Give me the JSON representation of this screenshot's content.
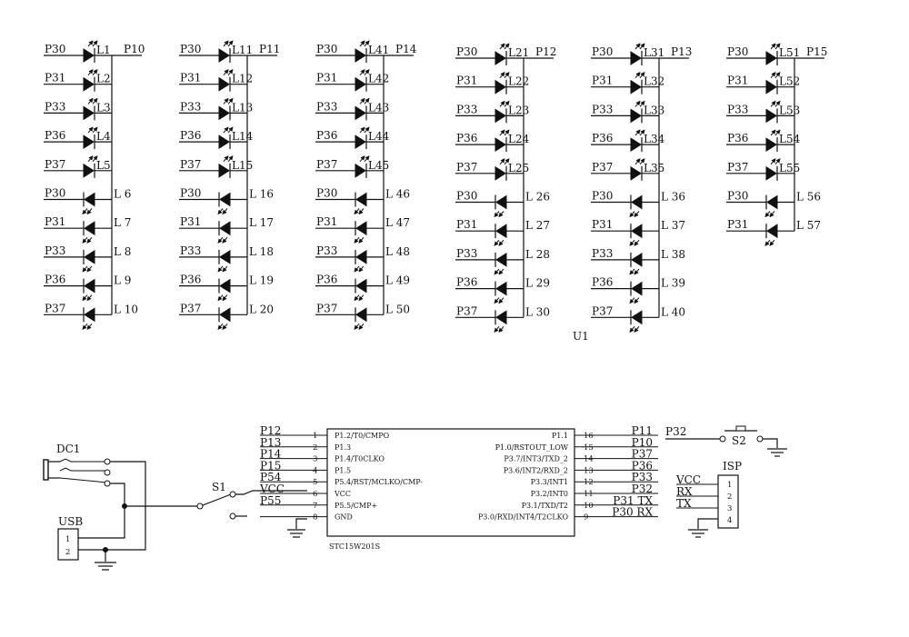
{
  "led_matrix": {
    "chips": [
      {
        "col_label": "P10",
        "leds": [
          "L1",
          "L2",
          "L3",
          "L4",
          "L5",
          "L6",
          "L7",
          "L8",
          "L9",
          "L10"
        ]
      },
      {
        "col_label": "P11",
        "leds": [
          "L11",
          "L12",
          "L13",
          "L14",
          "L15",
          "L16",
          "L17",
          "L18",
          "L19",
          "L20"
        ]
      },
      {
        "col_label": "P14",
        "leds": [
          "L41",
          "L42",
          "L43",
          "L44",
          "L45",
          "L46",
          "L47",
          "L48",
          "L49",
          "L50"
        ]
      },
      {
        "col_label": "P12",
        "leds": [
          "L21",
          "L22",
          "L23",
          "L24",
          "L25",
          "L26",
          "L27",
          "L28",
          "L29",
          "L30"
        ]
      },
      {
        "col_label": "P13",
        "leds": [
          "L31",
          "L32",
          "L33",
          "L34",
          "L35",
          "L36",
          "L37",
          "L38",
          "L39",
          "L40"
        ]
      },
      {
        "col_label": "P15",
        "leds": [
          "L51",
          "L52",
          "L53",
          "L54",
          "L55",
          "L56",
          "L57"
        ]
      }
    ],
    "rows": [
      "P30",
      "P31",
      "P33",
      "P36",
      "P37",
      "P30",
      "P31",
      "P33",
      "P36",
      "P37"
    ]
  },
  "u1_label": "U1",
  "mcu": {
    "part": "STC15W201S",
    "left_nets": [
      "P12",
      "P13",
      "P14",
      "P15",
      "P54",
      "VCC",
      "P55",
      ""
    ],
    "left_nums": [
      "1",
      "2",
      "3",
      "4",
      "5",
      "6",
      "7",
      "8"
    ],
    "left_pins": [
      "P1.2/T0/CMPO",
      "P1.3",
      "P1.4/T0CLKO",
      "P1.5",
      "P5.4/RST/MCLKO/CMP-",
      "VCC",
      "P5.5/CMP+",
      "GND"
    ],
    "right_nets": [
      "P11",
      "P10",
      "P37",
      "P36",
      "P33",
      "P32",
      "P31 TX",
      "P30 RX"
    ],
    "right_nums": [
      "16",
      "15",
      "14",
      "13",
      "12",
      "11",
      "10",
      "9"
    ],
    "right_pins": [
      "P1.1",
      "P1.0/RSTOUT_LOW",
      "P3.7/INT3/TXD_2",
      "P3.6/INT2/RXD_2",
      "P3.3/INT1",
      "P3.2/INT0",
      "P3.1/TXD/T2",
      "P3.0/RXD/INT4/T2CLKO"
    ]
  },
  "power": {
    "dc_label": "DC1",
    "usb_label": "USB",
    "usb_pins": [
      "1",
      "2"
    ],
    "switch_label": "S1"
  },
  "button": {
    "net": "P32",
    "label": "S2"
  },
  "isp": {
    "label": "ISP",
    "nets": [
      "VCC",
      "RX",
      "TX",
      ""
    ],
    "pins": [
      "1",
      "2",
      "3",
      "4"
    ]
  }
}
